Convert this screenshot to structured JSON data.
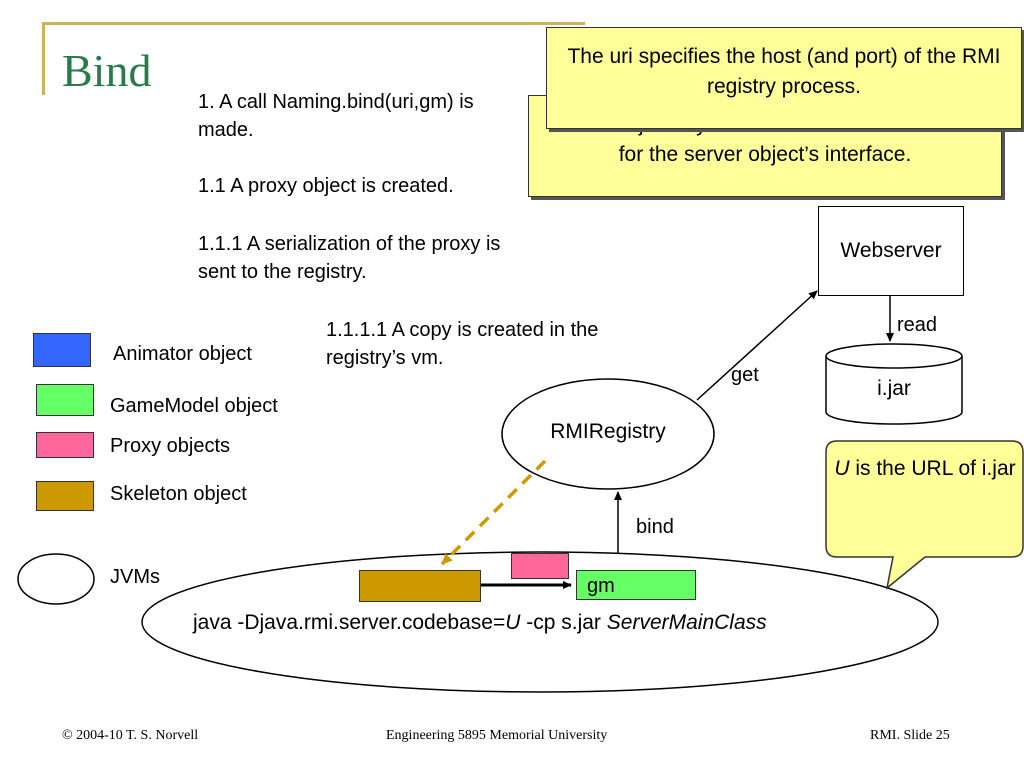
{
  "slide": {
    "title": "Bind",
    "steps": {
      "s1": "1. A call Naming.bind(uri,gm) is made.",
      "s2": "1.1 A proxy object is created.",
      "s3": "1.1.1 A serialization of the proxy is sent to the registry.",
      "s4": "1.1.1.1 A copy is created in the registry’s vm."
    }
  },
  "notes": {
    "uri_note": "The uri specifies the host (and port) of the RMI registry process.",
    "jar_note_line1": "i.jar only needs the class files",
    "jar_note_line2": "for the server object’s interface.",
    "url_note_italic": "U",
    "url_note_rest": " is the URL of i.jar"
  },
  "diagram": {
    "webserver": "Webserver",
    "jar": "i.jar",
    "registry": "RMIRegistry",
    "read_label": "read",
    "get_label": "get",
    "bind_label": "bind",
    "gm_label": "gm",
    "cmd_prefix": "java -Djava.rmi.server.codebase=",
    "cmd_u": "U",
    "cmd_mid": " -cp s.jar ",
    "cmd_class": "ServerMainClass"
  },
  "legend": {
    "animator": "Animator object",
    "gamemodel": "GameModel object",
    "proxy": "Proxy objects",
    "skeleton": "Skeleton object",
    "jvms": "JVMs"
  },
  "colors": {
    "animator": "#3366ff",
    "gamemodel": "#66ff66",
    "proxy": "#ff6699",
    "skeleton": "#cc9900",
    "note": "#ffff99",
    "title": "#2b7a4b"
  },
  "footer": {
    "left": "© 2004-10 T. S. Norvell",
    "center": "Engineering 5895 Memorial University",
    "right": "RMI. Slide 25"
  }
}
